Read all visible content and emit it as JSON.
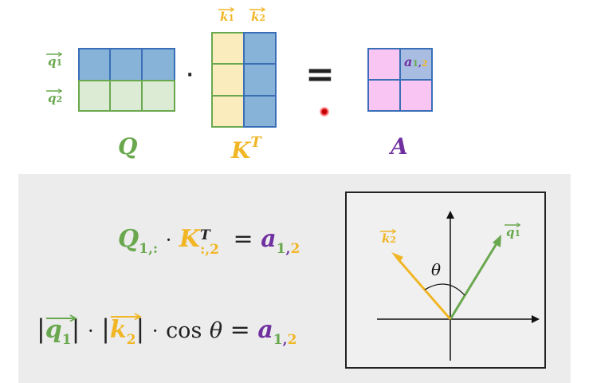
{
  "matrix_Q": {
    "label": "Q",
    "row_labels": [
      {
        "letter": "q",
        "sub": "1"
      },
      {
        "letter": "q",
        "sub": "2"
      }
    ],
    "color": "#6aa84f"
  },
  "dot_operator": "·",
  "matrix_K": {
    "label": "K",
    "superscript": "T",
    "col_labels": [
      {
        "letter": "k",
        "sub": "1"
      },
      {
        "letter": "k",
        "sub": "2"
      }
    ],
    "color": "#f1b625"
  },
  "equals_sign": "=",
  "matrix_A": {
    "label": "A",
    "cell_text": "a",
    "cell_sub_1": "1",
    "cell_sub_sep": ",",
    "cell_sub_2": "2",
    "color": "#7030a0"
  },
  "formula1": {
    "q_letter": "Q",
    "q_sub": "1,:",
    "dot": "·",
    "k_letter": "K",
    "k_sup": "T",
    "k_sub": ":,2",
    "equals": "=",
    "a_letter": "a",
    "a_sub_1": "1",
    "a_sub_sep": ",",
    "a_sub_2": "2"
  },
  "formula2": {
    "bar_open_1": "|",
    "q_vec": "q",
    "q_sub": "1",
    "bar_close_1": "|",
    "dot1": "·",
    "bar_open_2": "|",
    "k_vec": "k",
    "k_sub": "2",
    "bar_close_2": "|",
    "dot2": "·",
    "cos": "cos",
    "theta": "θ",
    "equals": "=",
    "a_letter": "a",
    "a_sub_1": "1",
    "a_sub_sep": ",",
    "a_sub_2": "2"
  },
  "vector_diagram": {
    "angle_label": "θ",
    "vec_q": {
      "letter": "q",
      "sub": "1"
    },
    "vec_k": {
      "letter": "k",
      "sub": "2"
    }
  },
  "colors": {
    "q_green": "#6aa84f",
    "k_gold": "#f1b625",
    "a_purple": "#7030a0",
    "cell_blue": "#88b3d9",
    "cell_light_green": "#dbebd4",
    "cell_cream": "#fbecbd",
    "cell_pink": "#f9c6f4",
    "grid_line_blue": "#3a6fb8",
    "grid_line_green": "#6aa84f",
    "panel_gray": "#ececec"
  }
}
